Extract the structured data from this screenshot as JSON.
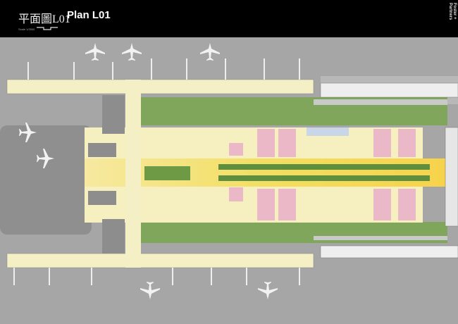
{
  "header": {
    "title_cn": "平面圖L01",
    "title_en": "Plan L01",
    "scale_label": "Scale 1/2500",
    "brand": "Foster + Partners"
  },
  "colors": {
    "background": "#000000",
    "apron": "#a3a3a3",
    "pier": "#f4efc4",
    "spine": "#f3df6a",
    "landscape": "#6f9a4e",
    "blocks": "#e9b7c6"
  }
}
